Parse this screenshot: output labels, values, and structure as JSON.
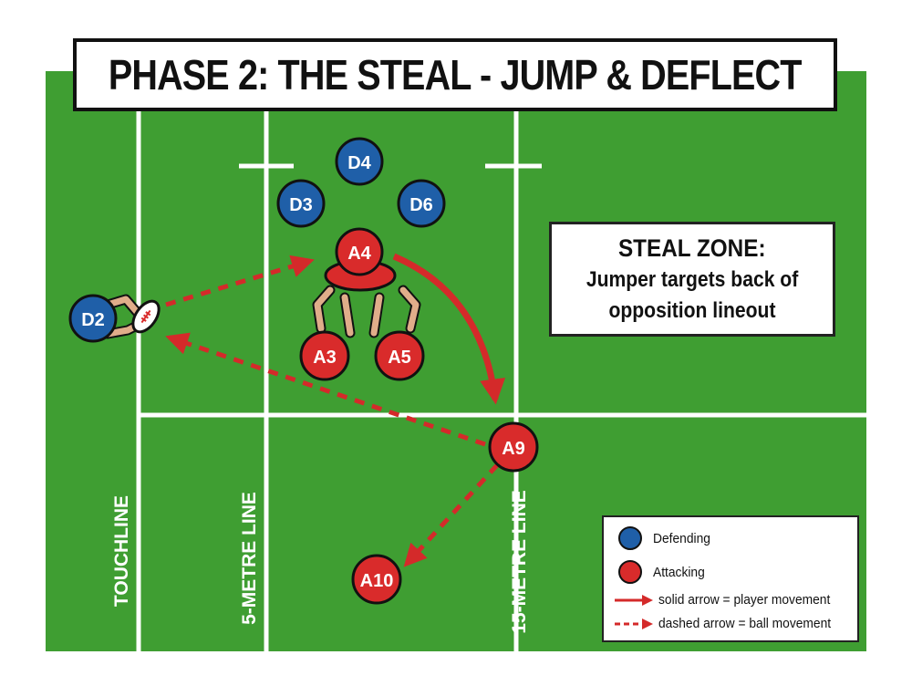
{
  "title": "PHASE 2: THE STEAL - JUMP & DEFLECT",
  "colors": {
    "pitch": "#3f9e32",
    "line": "#ffffff",
    "defending": "#1f5fa8",
    "attacking": "#d92b2b",
    "arrow": "#d42a2a"
  },
  "line_labels": {
    "touchline": "TOUCHLINE",
    "five_metre": "5-METRE LINE",
    "fifteen_metre": "15-METRE LINE"
  },
  "players": {
    "defending": [
      "D2",
      "D3",
      "D4",
      "D6"
    ],
    "attacking": [
      "A3",
      "A4",
      "A5",
      "A9",
      "A10"
    ]
  },
  "steal_zone": {
    "title": "STEAL ZONE:",
    "line1": "Jumper targets back of",
    "line2": "opposition lineout"
  },
  "legend": {
    "defending": "Defending",
    "attacking": "Attacking",
    "solid": "solid arrow = player movement",
    "dashed": "dashed arrow = ball movement"
  }
}
